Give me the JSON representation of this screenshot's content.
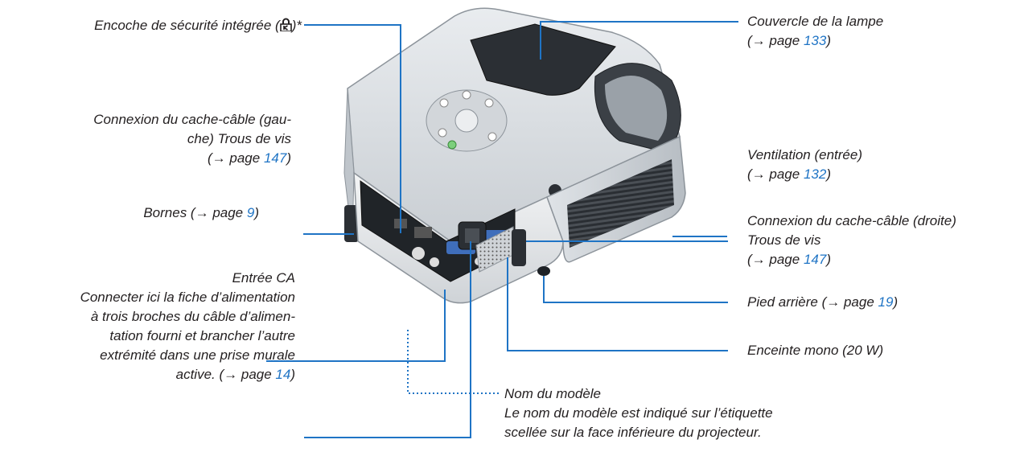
{
  "callouts": {
    "security_slot": {
      "text": "Encoche de sécurité intégrée (",
      "suffix": ")*"
    },
    "lamp_cover": {
      "line1": "Couvercle de la lampe",
      "ref_pre": "(→ page ",
      "ref_page": "133",
      "ref_post": ")"
    },
    "cable_cover_left": {
      "line1": "Connexion du cache-câble (gau-",
      "line2": "che) Trous de vis",
      "ref_pre": "(→ page ",
      "ref_page": "147",
      "ref_post": ")"
    },
    "ventilation_in": {
      "line1": "Ventilation (entrée)",
      "ref_pre": "(→ page ",
      "ref_page": "132",
      "ref_post": ")"
    },
    "terminals": {
      "text_pre": "Bornes (→ page ",
      "ref_page": "9",
      "ref_post": ")"
    },
    "cable_cover_right": {
      "line1": "Connexion du cache-câble (droite)",
      "line2": "Trous de vis",
      "ref_pre": "(→ page ",
      "ref_page": "147",
      "ref_post": ")"
    },
    "ac_input": {
      "title": "Entrée CA",
      "line1": "Connecter ici la fiche d’alimentation",
      "line2": "à trois broches du câble d’alimen-",
      "line3": "tation fourni et brancher l’autre",
      "line4": "extrémité dans une prise murale",
      "ref_pre": "active. (→ page ",
      "ref_page": "14",
      "ref_post": ")"
    },
    "rear_foot": {
      "text_pre": "Pied arrière (→ page ",
      "ref_page": "19",
      "ref_post": ")"
    },
    "mono_speaker": {
      "text": "Enceinte mono (20 W)"
    },
    "model_name": {
      "title": "Nom du modèle",
      "line1": "Le nom du modèle est indiqué sur l’étiquette",
      "line2": "scellée sur la face inférieure du projecteur."
    }
  },
  "colors": {
    "leader": "#1f74c5",
    "page_ref": "#1f74c5",
    "text": "#231f20"
  }
}
